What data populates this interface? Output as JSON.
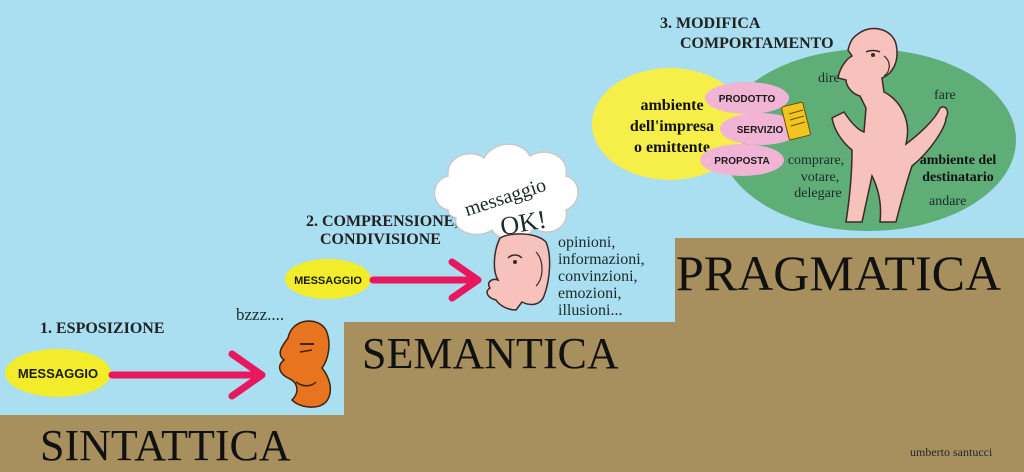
{
  "colors": {
    "sky": "#a9dff0",
    "ground": "#a88f5e",
    "arrow": "#e8175f",
    "pill_yellow": "#f3ec2a",
    "pill_pink": "#f1b4d4",
    "figure_orange": "#e8741f",
    "figure_pink": "#f7c1bc",
    "env_green": "#5fae78",
    "env_yellow": "#f6ef4a"
  },
  "steps": {
    "s1": "1.  ESPOSIZIONE",
    "s2a": "2. COMPRENSIONE,",
    "s2b": "CONDIVISIONE",
    "s3a": "3.  MODIFICA",
    "s3b": "COMPORTAMENTO"
  },
  "levels": {
    "sintattica": "SINTATTICA",
    "semantica": "SEMANTICA",
    "pragmatica": "PRAGMATICA"
  },
  "messages": {
    "m1": "MESSAGGIO",
    "m2": "MESSAGGIO"
  },
  "bzzz": "bzzz....",
  "cloud": {
    "line1": "messaggio",
    "line2": "OK!"
  },
  "semantica_list": [
    "opinioni,",
    "informazioni,",
    "convinzioni,",
    "emozioni,",
    "illusioni..."
  ],
  "ambiente_impresa": [
    "ambiente",
    "dell'impresa",
    "o  emittente"
  ],
  "offerta": [
    "PRODOTTO",
    "SERVIZIO",
    "PROPOSTA"
  ],
  "destinatario": {
    "dire": "dire",
    "fare": "fare",
    "actions": [
      "comprare,",
      "votare,",
      "delegare"
    ],
    "ambiente": [
      "ambiente del",
      "destinatario"
    ],
    "andare": "andare"
  },
  "signature": "umberto santucci"
}
